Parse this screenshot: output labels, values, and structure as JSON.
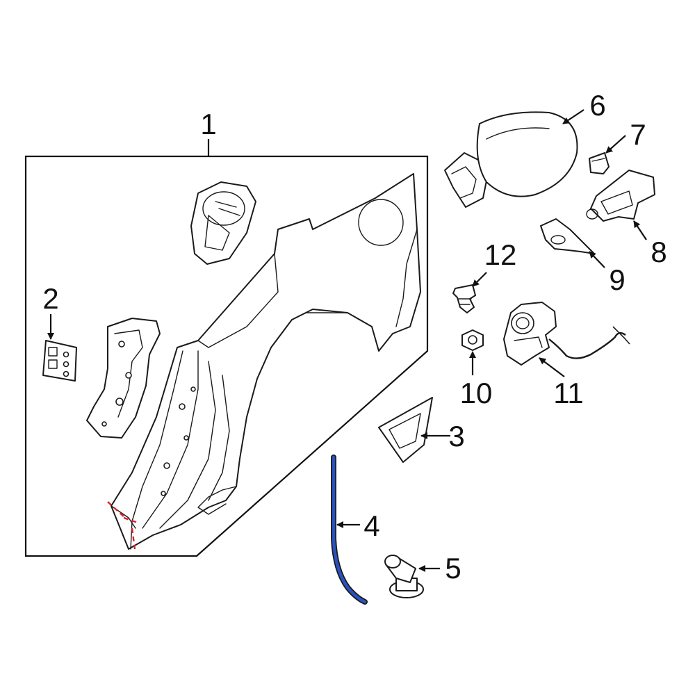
{
  "callouts": {
    "c1": "1",
    "c2": "2",
    "c3": "3",
    "c4": "4",
    "c5": "5",
    "c6": "6",
    "c7": "7",
    "c8": "8",
    "c9": "9",
    "c10": "10",
    "c11": "11",
    "c12": "12"
  },
  "colors": {
    "line": "#1a1a1a",
    "highlight_part": "#2a52be",
    "cut_line": "#e02020",
    "background": "#ffffff"
  }
}
